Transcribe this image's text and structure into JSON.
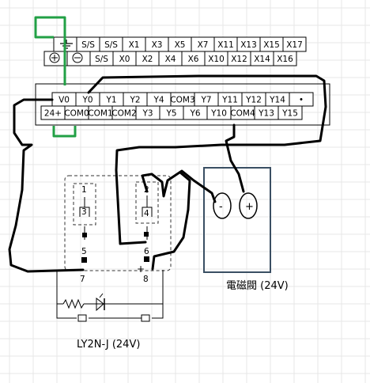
{
  "plc": {
    "top_row_1": [
      "",
      "S/S",
      "S/S",
      "X1",
      "X3",
      "X5",
      "X7",
      "X11",
      "X13",
      "X15",
      "X17"
    ],
    "top_row_2": [
      "",
      "",
      "S/S",
      "X0",
      "X2",
      "X4",
      "X6",
      "X10",
      "X12",
      "X14",
      "X16"
    ],
    "out_row_1": [
      "V0",
      "Y0",
      "Y1",
      "Y2",
      "Y4",
      "COM3",
      "Y7",
      "Y11",
      "Y12",
      "Y14",
      "•"
    ],
    "out_row_2": [
      "24+",
      "COM0",
      "COM1",
      "COM2",
      "Y3",
      "Y5",
      "Y6",
      "Y10",
      "COM4",
      "Y13",
      "Y15"
    ]
  },
  "relay": {
    "pins": [
      "1",
      "3",
      "5",
      "2",
      "4",
      "6",
      "7",
      "8"
    ],
    "plus_mark": "+",
    "label": "LY2N-J (24V)"
  },
  "valve": {
    "minus": "-",
    "plus": "+",
    "label": "電磁閥 (24V)"
  },
  "colors": {
    "wire": "#000000",
    "jumper": "#22a045",
    "valve_box": "#3a4f63"
  },
  "icons": [
    "ground-icon",
    "plus-circle-icon",
    "minus-circle-icon",
    "diode-icon",
    "resistor-icon"
  ]
}
